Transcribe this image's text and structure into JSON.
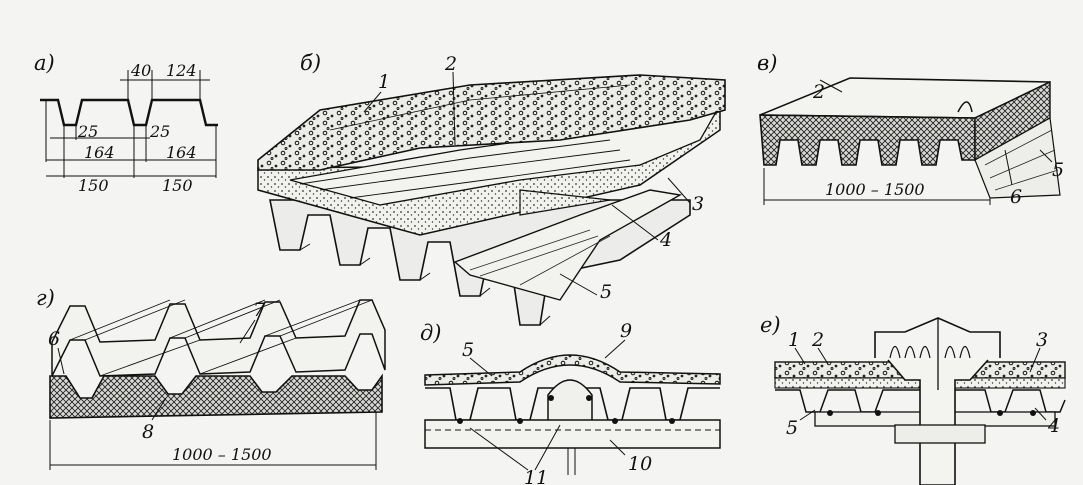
{
  "panels": {
    "a": {
      "letter": "а)",
      "dims": {
        "top_40": "40",
        "top_124": "124",
        "w25_1": "25",
        "w25_2": "25",
        "d164_1": "164",
        "d164_2": "164",
        "d150_1": "150",
        "d150_2": "150"
      }
    },
    "b": {
      "letter": "б)",
      "callouts": [
        "1",
        "2",
        "3",
        "4",
        "5"
      ]
    },
    "v": {
      "letter": "в)",
      "callouts": [
        "2",
        "6",
        "5"
      ],
      "dim": "1000 – 1500"
    },
    "g": {
      "letter": "г)",
      "callouts": [
        "6",
        "7",
        "8"
      ],
      "dim": "1000 – 1500"
    },
    "d": {
      "letter": "д)",
      "callouts": [
        "5",
        "9",
        "10",
        "11"
      ]
    },
    "e": {
      "letter": "е)",
      "callouts": [
        "1",
        "2",
        "3",
        "5",
        "4"
      ]
    }
  },
  "colors": {
    "ink": "#111111",
    "paper": "#f4f4f2"
  }
}
